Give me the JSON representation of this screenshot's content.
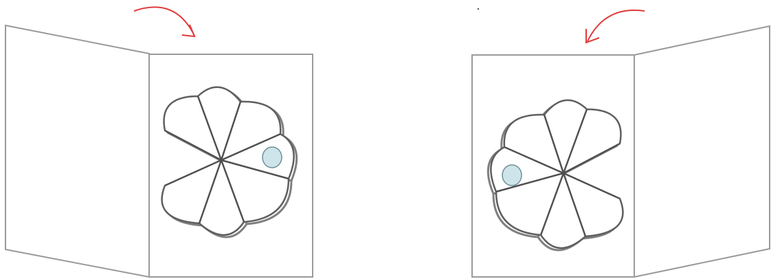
{
  "diagram": {
    "left_unit": {
      "rotation_arrow_direction": "clockwise",
      "dot_sector": "right"
    },
    "right_unit": {
      "rotation_arrow_direction": "counterclockwise",
      "dot_sector": "left"
    }
  },
  "colors": {
    "background": "#ffffff",
    "panel_stroke": "#9a9a9a",
    "flower_stroke": "#5f5f5f",
    "flower_shadow": "#808080",
    "spoke_stroke": "#4f4f4f",
    "arrow": "#e03a3a",
    "dot_fill": "#cde5ea",
    "dot_stroke": "#6e8f97"
  },
  "icons": {
    "rotation_arrow": "curved-arrow-icon",
    "petal_dot": "circle-dot-icon"
  }
}
